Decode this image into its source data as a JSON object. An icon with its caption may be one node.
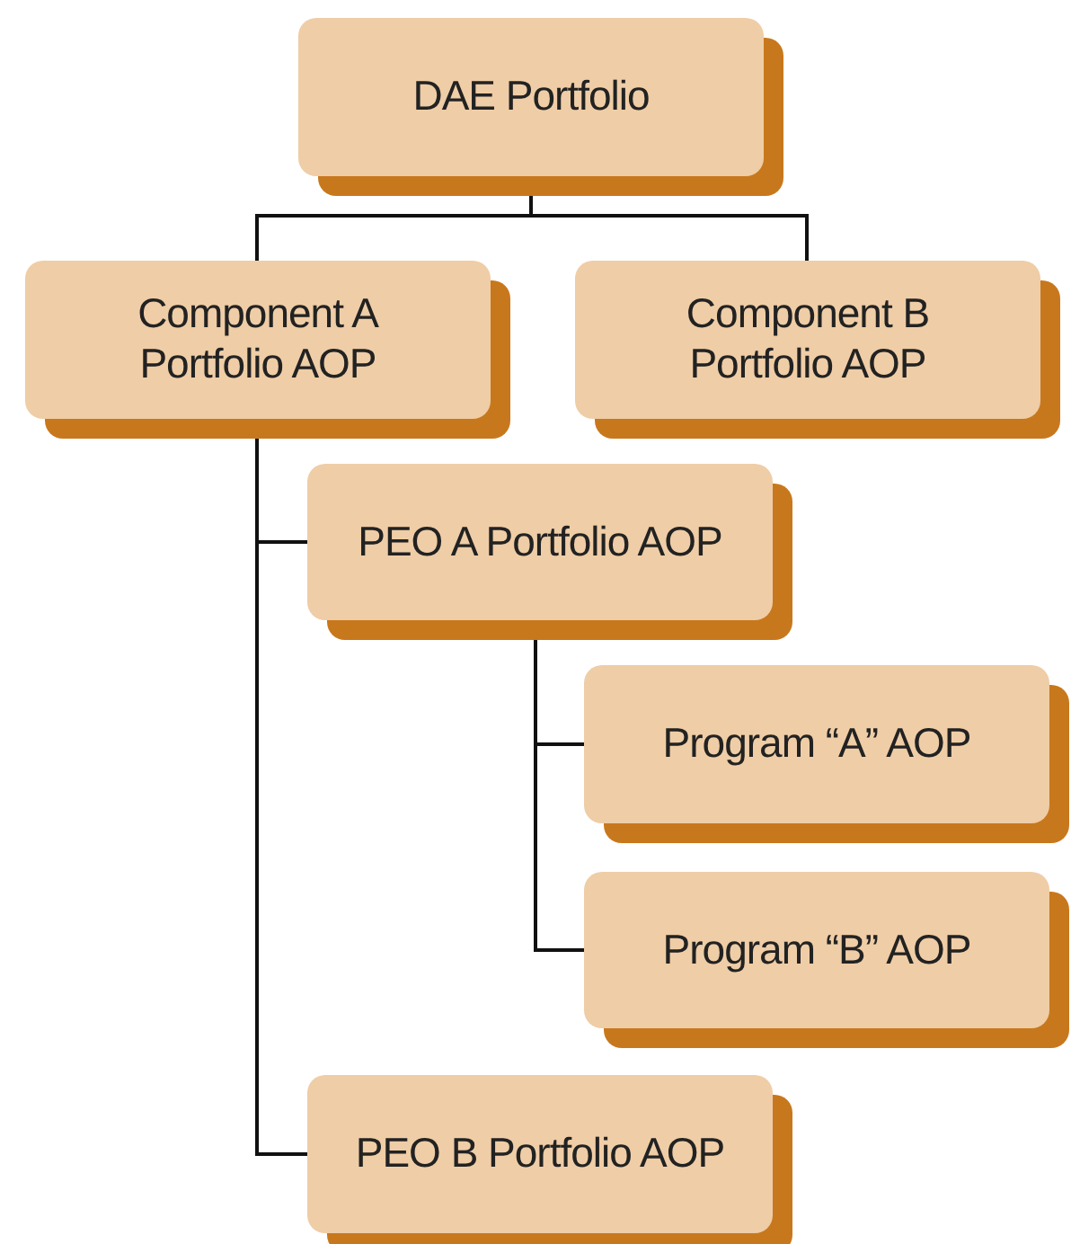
{
  "diagram": {
    "nodes": [
      {
        "text": [
          "DAE Portfolio"
        ]
      },
      {
        "text": [
          "Component A Portfolio AOP"
        ]
      },
      {
        "text": [
          "Component B Portfolio AOP"
        ]
      },
      {
        "text": [
          "PEO A Portfolio AOP"
        ]
      },
      {
        "text": [
          "Program “A” AOP"
        ]
      },
      {
        "text": [
          "Program “B” AOP"
        ]
      },
      {
        "text": [
          "PEO B Portfolio AOP"
        ]
      }
    ],
    "edges": [
      {
        "from": 0,
        "to": 1,
        "arrow": "none"
      },
      {
        "from": 0,
        "to": 2,
        "arrow": "none"
      },
      {
        "from": 1,
        "to": 3,
        "arrow": "none"
      },
      {
        "from": 3,
        "to": 4,
        "arrow": "none"
      },
      {
        "from": 3,
        "to": 5,
        "arrow": "none"
      },
      {
        "from": 1,
        "to": 6,
        "arrow": "none"
      }
    ]
  }
}
